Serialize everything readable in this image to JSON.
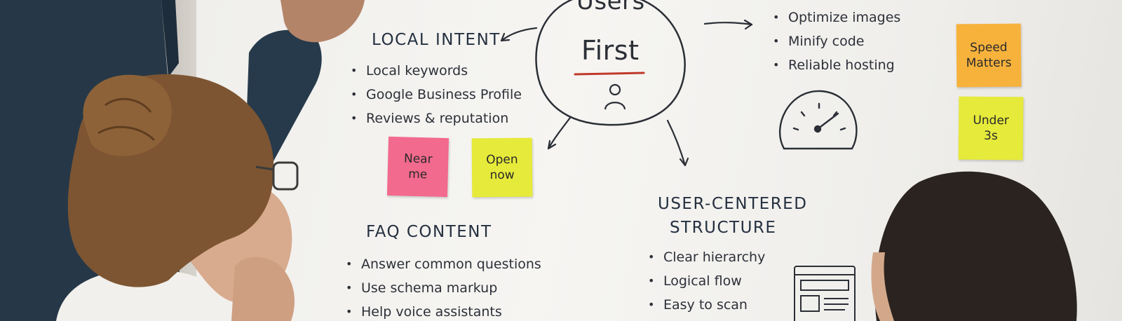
{
  "board": {
    "center": {
      "line1": "Users",
      "line2": "First"
    },
    "local_intent": {
      "heading": "LOCAL INTENT",
      "items": [
        "Local keywords",
        "Google Business Profile",
        "Reviews & reputation"
      ]
    },
    "speed": {
      "items": [
        "Optimize images",
        "Minify code",
        "Reliable hosting"
      ]
    },
    "faq": {
      "heading": "FAQ CONTENT",
      "items": [
        "Answer common questions",
        "Use schema markup",
        "Help voice assistants"
      ]
    },
    "structure": {
      "heading_line1": "USER-CENTERED",
      "heading_line2": "STRUCTURE",
      "items": [
        "Clear hierarchy",
        "Logical flow",
        "Easy to scan"
      ]
    }
  },
  "notes": {
    "near_me": {
      "line1": "Near",
      "line2": "me",
      "color": "#f26a8d"
    },
    "open_now": {
      "line1": "Open",
      "line2": "now",
      "color": "#e6ea3a"
    },
    "speed_matters": {
      "line1": "Speed",
      "line2": "Matters",
      "color": "#f7b23c"
    },
    "under_3s": {
      "line1": "Under",
      "line2": "3s",
      "color": "#e6ea3a"
    }
  },
  "icons": [
    "user-icon",
    "speedometer-icon",
    "wireframe-icon"
  ],
  "colors": {
    "marker": "#2b2f36",
    "underline": "#c0392b",
    "board": "#f4f3f0"
  }
}
